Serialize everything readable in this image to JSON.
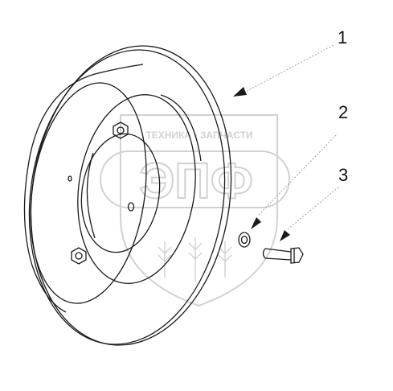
{
  "callouts": [
    {
      "label": "1",
      "part": "brake-disc"
    },
    {
      "label": "2",
      "part": "washer"
    },
    {
      "label": "3",
      "part": "bolt"
    }
  ],
  "watermark": {
    "top_text": "ТЕХНИКА • ЗАПЧАСТИ",
    "main_text": "ЭПФ"
  },
  "colors": {
    "line": "#1a1a1a",
    "leader": "#8a8a8a",
    "watermark": "#d2d2d2"
  }
}
